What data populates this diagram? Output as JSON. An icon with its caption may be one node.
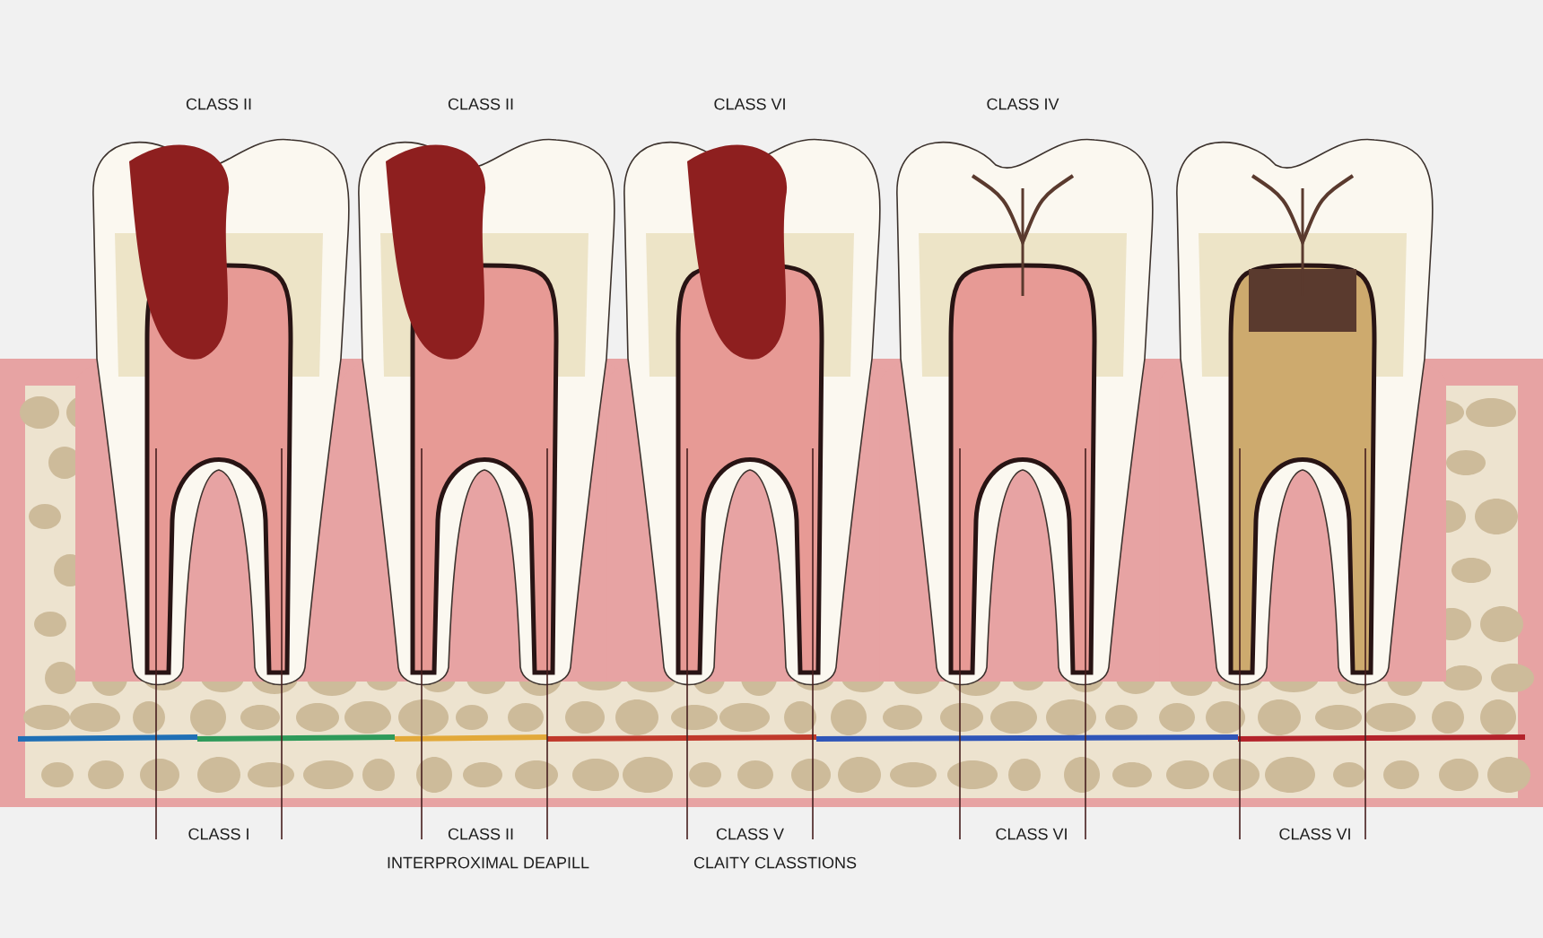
{
  "diagram": {
    "labels": [
      "CLASS II",
      "CLASS II",
      "CLASS VI",
      "CLASS IV",
      "CLASS I",
      "CLASS II",
      "CLASS V",
      "CLASS VI",
      "CLASS VI",
      "INTERPROXIMAL DEAPILL",
      "CLAITY CLASSTIONS"
    ]
  }
}
